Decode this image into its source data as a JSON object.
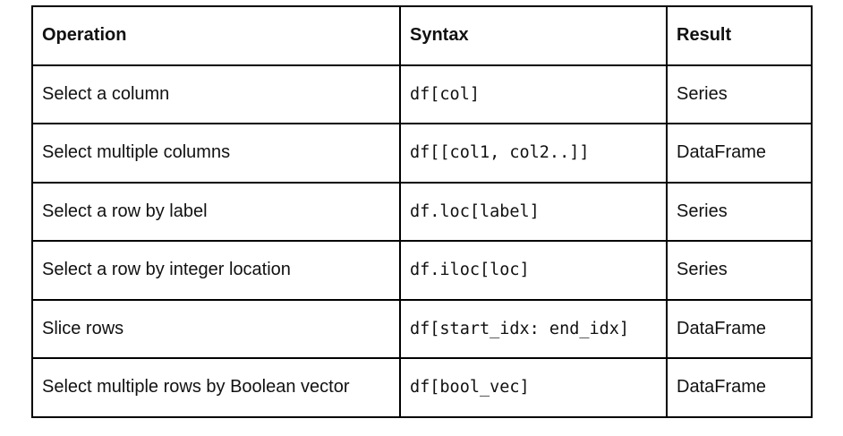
{
  "table": {
    "headers": [
      "Operation",
      "Syntax",
      "Result"
    ],
    "rows": [
      {
        "operation": "Select a column",
        "syntax": "df[col]",
        "result": "Series"
      },
      {
        "operation": "Select multiple columns",
        "syntax": "df[[col1, col2..]]",
        "result": "DataFrame"
      },
      {
        "operation": "Select a row by label",
        "syntax": "df.loc[label]",
        "result": "Series"
      },
      {
        "operation": "Select a row by integer location",
        "syntax": "df.iloc[loc]",
        "result": "Series"
      },
      {
        "operation": "Slice rows",
        "syntax": "df[start_idx: end_idx]",
        "result": "DataFrame"
      },
      {
        "operation": "Select multiple rows by Boolean vector",
        "syntax": "df[bool_vec]",
        "result": "DataFrame"
      }
    ]
  }
}
